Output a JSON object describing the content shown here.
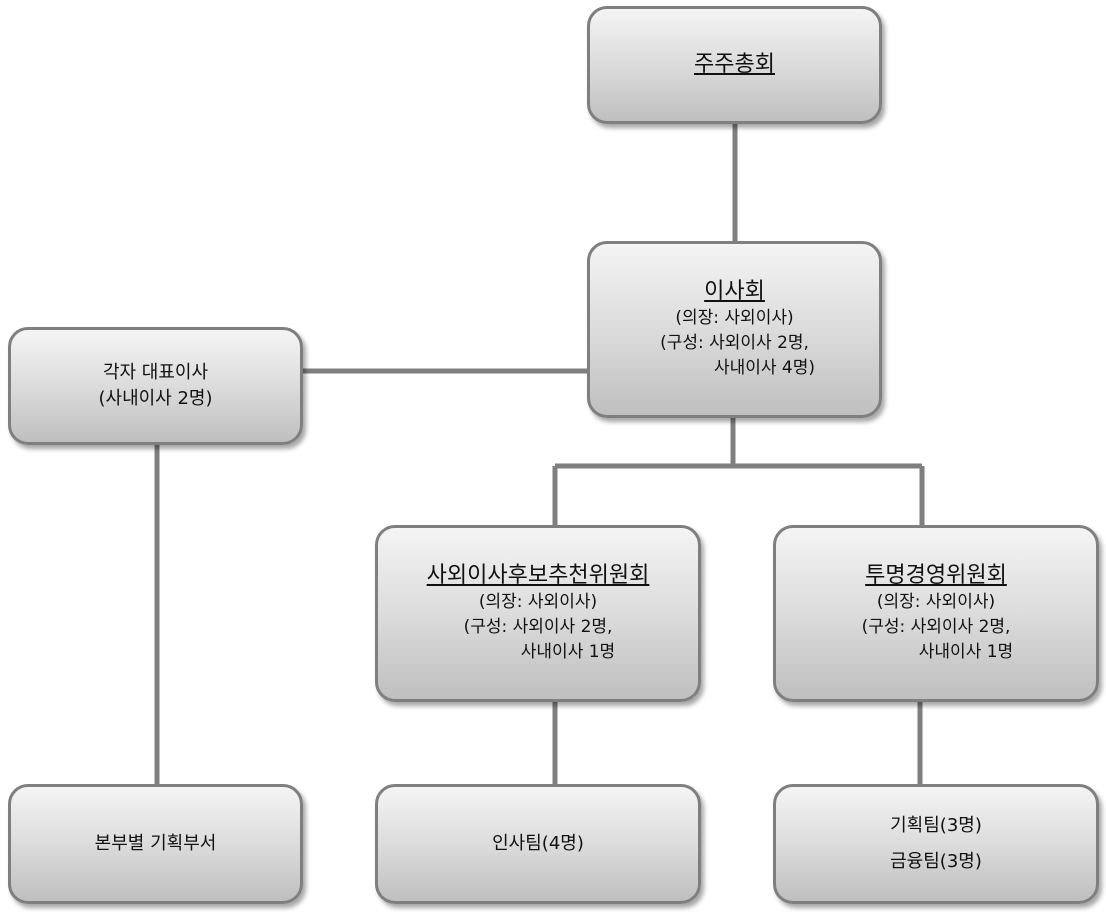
{
  "colors": {
    "connector": "#7f7f7f",
    "border": "#7f7f7f",
    "fill_top": "#f4f4f4",
    "fill_bottom": "#bfbfbf"
  },
  "nodes": {
    "agm": {
      "title": "주주총회"
    },
    "board": {
      "title": "이사회",
      "chair": "(의장: 사외이사)",
      "comp1": "(구성: 사외이사 2명,",
      "comp2": "사내이사 4명)"
    },
    "ceo": {
      "line1": "각자 대표이사",
      "line2": "(사내이사 2명)"
    },
    "nomination": {
      "title": "사외이사후보추천위원회",
      "chair": "(의장: 사외이사)",
      "comp1": "(구성: 사외이사 2명,",
      "comp2": "사내이사 1명"
    },
    "transparency": {
      "title": "투명경영위원회",
      "chair": "(의장: 사외이사)",
      "comp1": "(구성: 사외이사 2명,",
      "comp2": "사내이사 1명"
    },
    "planning_depts": {
      "label": "본부별 기획부서"
    },
    "hr_team": {
      "label": "인사팀(4명)"
    },
    "teams": {
      "line1": "기획팀(3명)",
      "line2": "금융팀(3명)"
    }
  }
}
